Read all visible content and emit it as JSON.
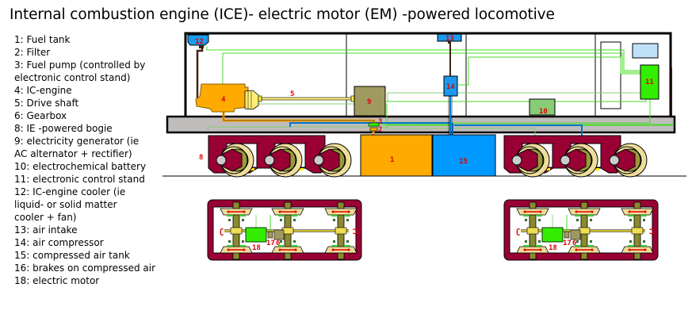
{
  "title": "Internal combustion engine (ICE)- electric motor (EM) -powered locomotive",
  "legend": [
    "1: Fuel tank",
    "2: Filter",
    "3: Fuel pump (controlled by",
    "electronic control stand)",
    "4: IC-engine",
    "5: Drive shaft",
    "6: Gearbox",
    "8: IE -powered bogie",
    "9: electricity generator (ie",
    "AC alternator + rectifier)",
    "10: electrochemical battery",
    "11: electronic control stand",
    "12: IC-engine cooler (ie",
    "liquid- or solid matter",
    "cooler + fan)",
    "13: air intake",
    "14: air compressor",
    "15: compressed air tank",
    "16: brakes on compressed air",
    "18: electric motor"
  ],
  "labels": {
    "fuel_tank": "1",
    "filter": "2",
    "fuel_pump": "3",
    "engine": "4",
    "drive_shaft": "5",
    "gearbox": "6",
    "bogie": "8",
    "generator": "9",
    "battery": "10",
    "control_stand": "11",
    "cooler": "12",
    "air_intake": "13",
    "compressor": "14",
    "air_tank": "15",
    "gearbox_plan": "6",
    "coupling_plan": "17",
    "motor_plan": "18"
  },
  "colors": {
    "fuel": "#ffaa00",
    "air": "#0099ff",
    "electric_wire": "#44dd22",
    "bogie": "#990033",
    "frame": "#c0bcbc",
    "generator": "#a09a60",
    "battery": "#88cc77",
    "control_stand": "#33ee00",
    "wheel_tyre": "#eedd99",
    "label_red": "#e00000"
  }
}
